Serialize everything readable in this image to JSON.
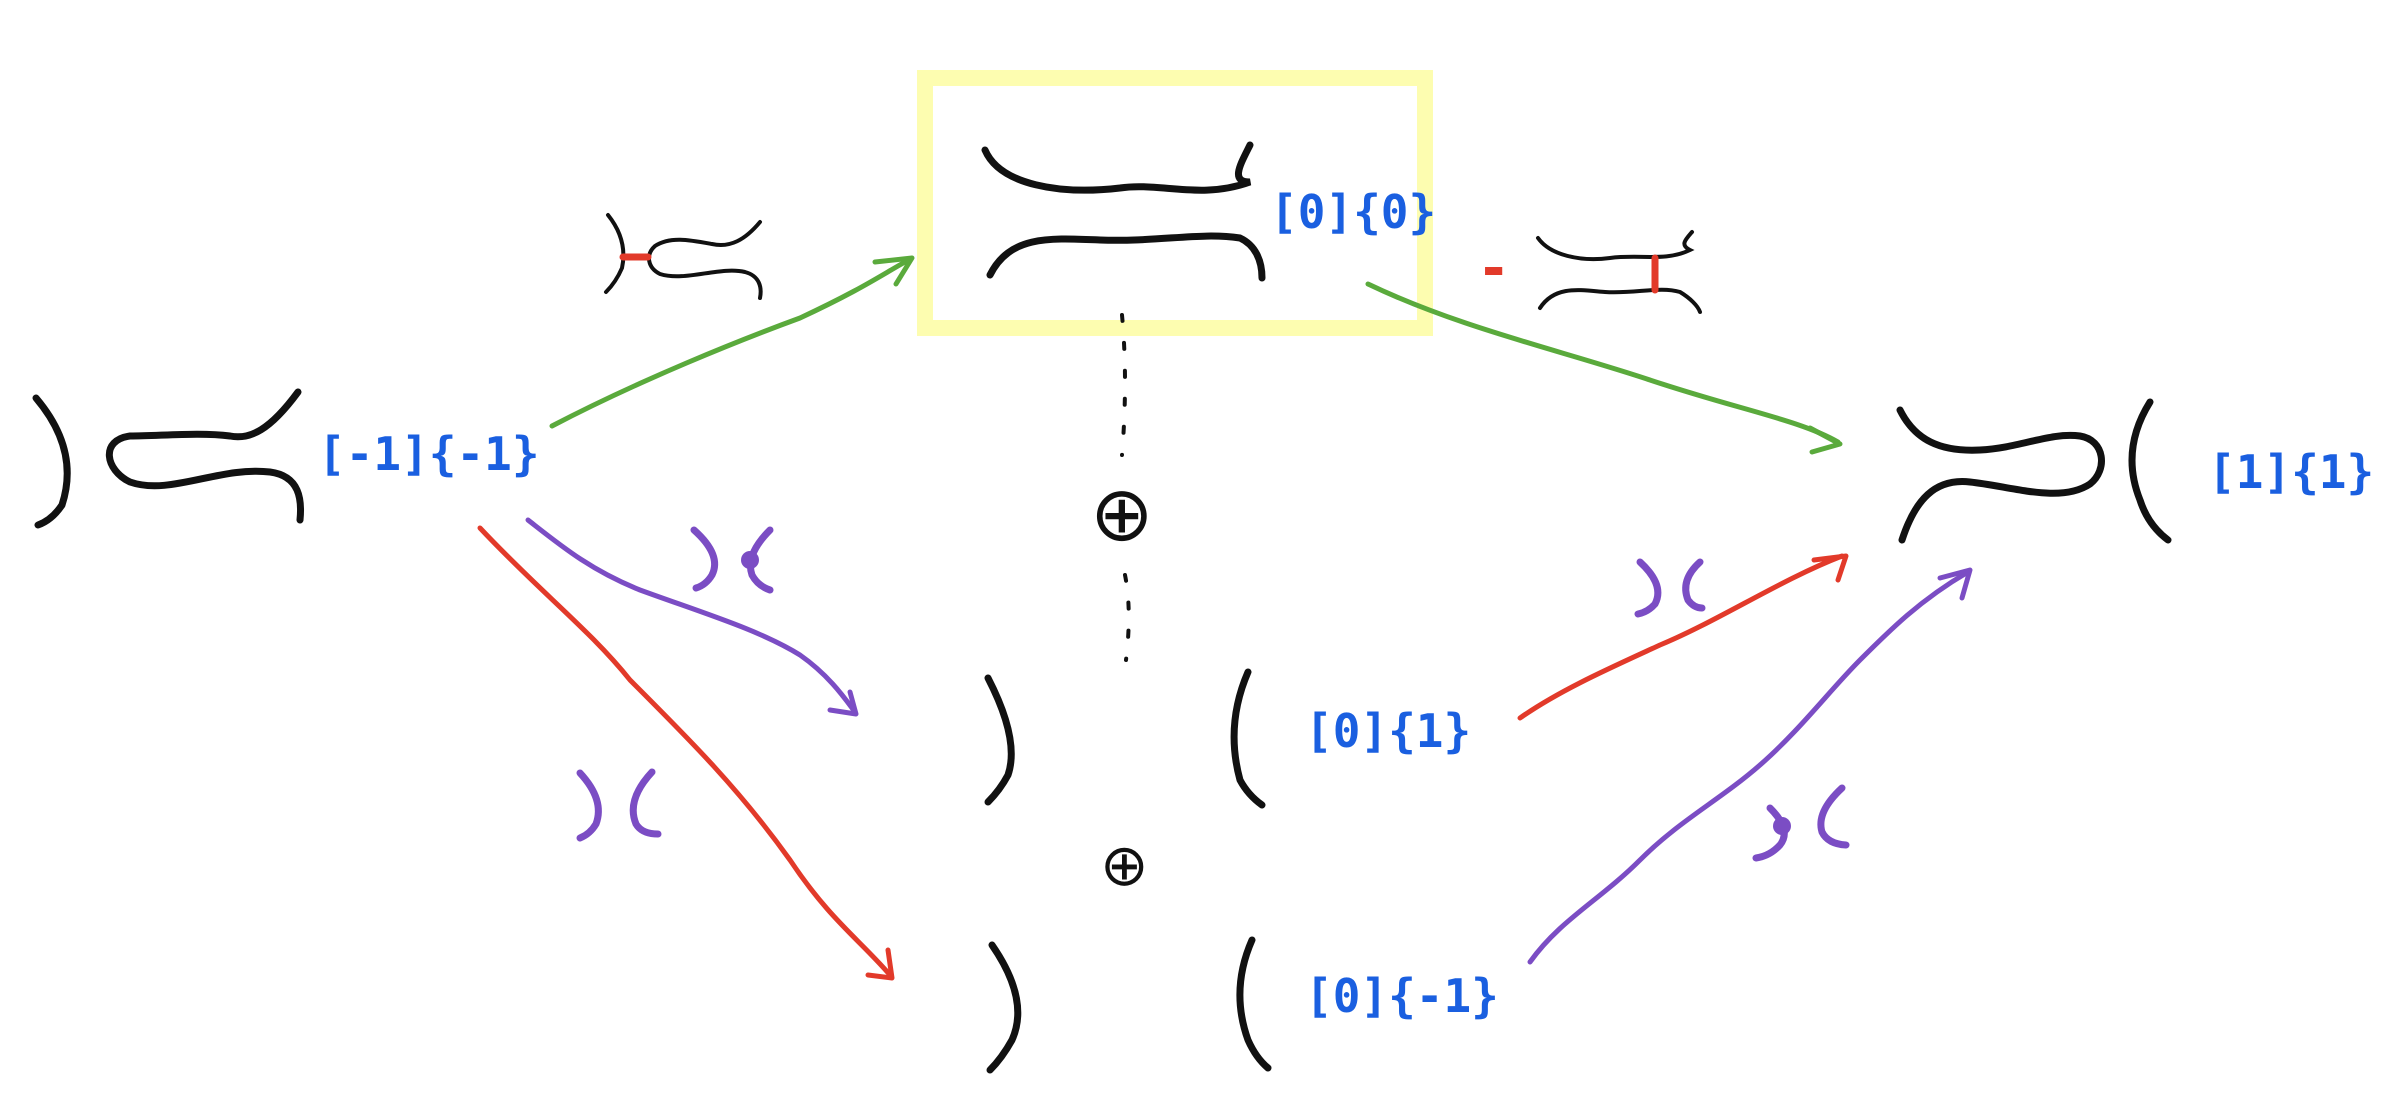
{
  "labels": {
    "left": "[-1]{-1}",
    "top": "[0]{0}",
    "right": "[1]{1}",
    "mid_upper": "[0]{1}",
    "mid_lower": "[0]{-1}",
    "minus_sign": "-"
  },
  "symbols": {
    "direct_sum": "⊕"
  },
  "colors": {
    "ink": "#111111",
    "label_blue": "#1a5fe0",
    "green_arrow": "#5aaa3c",
    "red_arrow": "#e23a2a",
    "purple_arrow": "#7b4dc4",
    "highlight": "#fdfdb0",
    "saddle_red": "#e23a2a"
  }
}
